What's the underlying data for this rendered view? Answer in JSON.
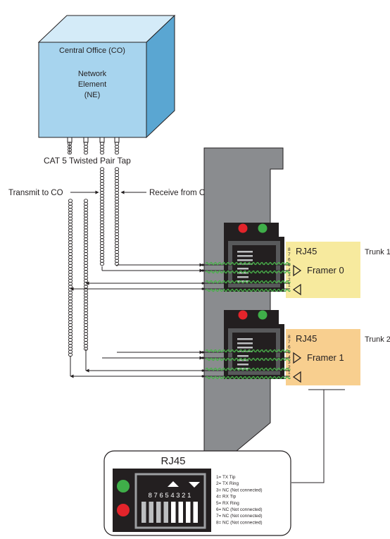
{
  "network_element": {
    "line1": "Central Office (CO)",
    "line2": "Network",
    "line3": "Element",
    "line4": "(NE)"
  },
  "tap_label": "CAT 5 Twisted Pair Tap",
  "transmit_label": "Transmit to CO",
  "receive_label": "Receive from CO",
  "ports": [
    {
      "connector": "RJ45",
      "framer": "Framer 0",
      "trunk": "Trunk 1",
      "color": "#f7ea9e"
    },
    {
      "connector": "RJ45",
      "framer": "Framer 1",
      "trunk": "Trunk 2",
      "color": "#f8cf8f"
    }
  ],
  "pin_numbers": [
    "8",
    "7",
    "6",
    "5",
    "4",
    "3",
    "2",
    "1"
  ],
  "callout": {
    "title": "RJ45",
    "pin_strip": "8 7 6 5 4 3 2 1",
    "legend": [
      "1= TX Tip",
      "2= TX Ring",
      "3= NC (Not connected)",
      "4= RX Tip",
      "5= RX Ring",
      "6= NC (Not connected)",
      "7= NC (Not connected)",
      "8= NC (Not connected)"
    ]
  },
  "colors": {
    "box_front": "#a7d4ee",
    "box_side": "#5aa6d2",
    "box_top": "#d4ebf8",
    "card": "#8a8c8f",
    "wire_green": "#49b04a",
    "led_red": "#e3242b",
    "led_green": "#3fae49"
  }
}
